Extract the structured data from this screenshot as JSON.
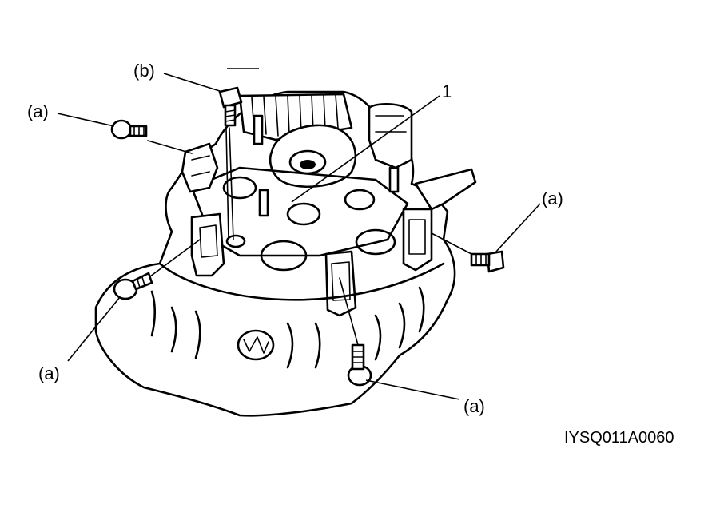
{
  "callouts": {
    "b_top": "(b)",
    "a_upper_left": "(a)",
    "part_1": "1",
    "a_right": "(a)",
    "a_lower_left": "(a)",
    "a_bottom": "(a)"
  },
  "figure_code": "IYSQ011A0060",
  "colors": {
    "ink": "#000000",
    "paper": "#ffffff"
  }
}
